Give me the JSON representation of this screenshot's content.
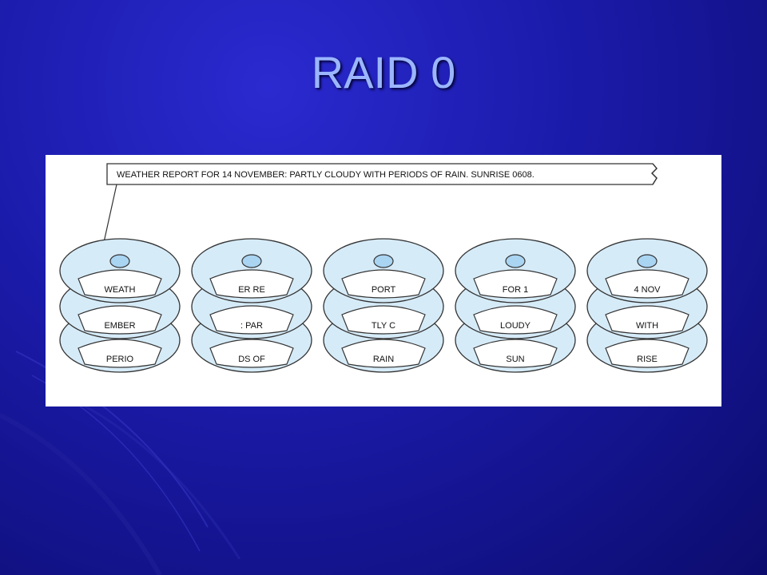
{
  "slide": {
    "title": "RAID 0"
  },
  "diagram": {
    "banner_text": "WEATHER REPORT FOR 14 NOVEMBER: PARTLY CLOUDY WITH PERIODS OF RAIN. SUNRISE 0608.",
    "disks": [
      {
        "strips": [
          "WEATH",
          "EMBER",
          "PERIO"
        ]
      },
      {
        "strips": [
          "ER RE",
          ": PAR",
          "DS OF"
        ]
      },
      {
        "strips": [
          "PORT",
          "TLY C",
          "RAIN"
        ]
      },
      {
        "strips": [
          "FOR 1",
          "LOUDY",
          "SUN"
        ]
      },
      {
        "strips": [
          "4 NOV",
          "WITH",
          "RISE"
        ]
      }
    ]
  },
  "colors": {
    "background": "#1a1aa8",
    "title": "#9bb6ff",
    "platter_fill": "#d6ebf8",
    "hub_fill": "#a9d4f2",
    "stroke": "#333333"
  }
}
